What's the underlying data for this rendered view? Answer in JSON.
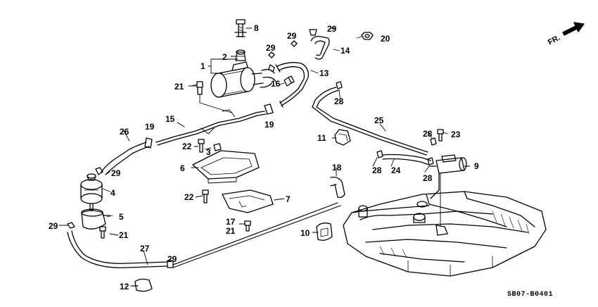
{
  "direction_label": "FR.",
  "diagram_code": "SB07-B0401",
  "callouts": {
    "p1": "1",
    "p2": "2",
    "p3": "3",
    "p4": "4",
    "p5": "5",
    "p6": "6",
    "p7": "7",
    "p8": "8",
    "p9": "9",
    "p10": "10",
    "p11": "11",
    "p12": "12",
    "p13": "13",
    "p14": "14",
    "p15": "15",
    "p16": "16",
    "p17": "17",
    "p18": "18",
    "p19": "19",
    "p20": "20",
    "p21": "21",
    "p22": "22",
    "p23": "23",
    "p24": "24",
    "p25": "25",
    "p26": "26",
    "p27": "27",
    "p28": "28",
    "p29": "29"
  }
}
